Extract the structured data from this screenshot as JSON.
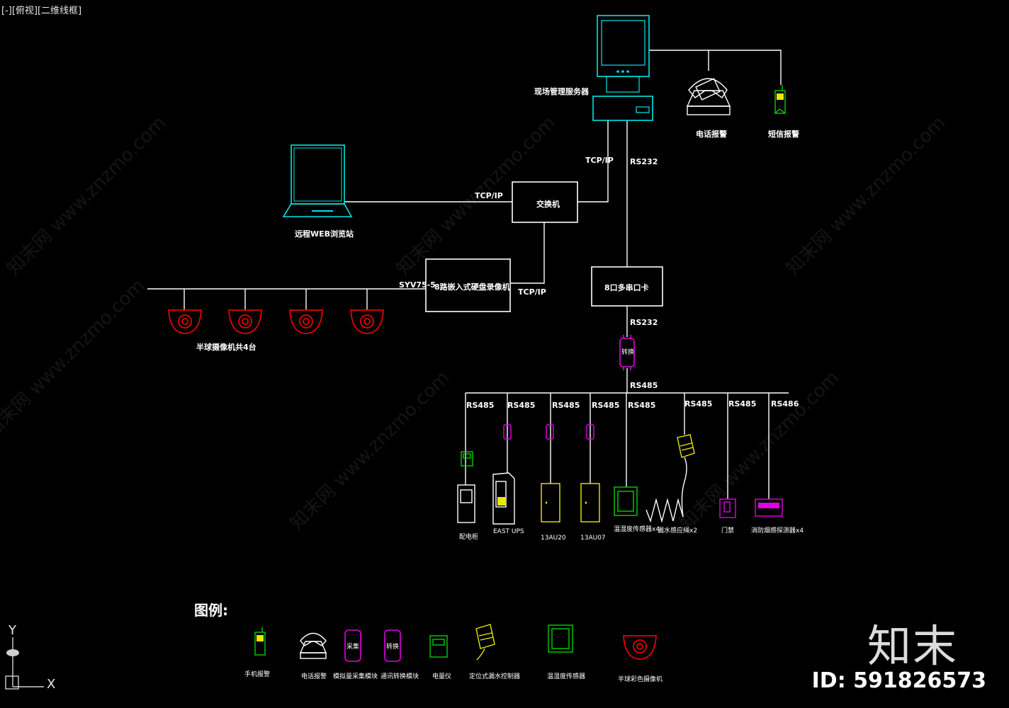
{
  "viewport_label": "[-][俯视][二维线框]",
  "nodes": {
    "server": "现场管理服务器",
    "phone_alarm": "电话报警",
    "sms_alarm": "短信报警",
    "web_station": "远程WEB浏览站",
    "switch": "交换机",
    "dvr": "8路嵌入式硬盘录像机",
    "serial_card": "8口多串口卡",
    "converter": "转换",
    "cameras": "半球摄像机共4台",
    "distribution_cabinet": "配电柜",
    "ups": "EAST\nUPS",
    "ac1": "13AU20",
    "ac2": "13AU07",
    "temp_humidity": "温湿度传感器x4",
    "water_leak": "漏水感应绳x2",
    "door": "门禁",
    "smoke": "消防烟感探测器x4"
  },
  "links": {
    "tcpip_server": "TCP/IP",
    "rs232_server": "RS232",
    "tcpip_web": "TCP/IP",
    "tcpip_dvr": "TCP/IP",
    "syv": "SYV75-5",
    "rs232_card": "RS232",
    "rs485_main": "RS485",
    "rs485": [
      "RS485",
      "RS485",
      "RS485",
      "RS485",
      "RS485",
      "RS485",
      "RS485",
      "RS486"
    ]
  },
  "legend": {
    "title": "图例:",
    "items": [
      "手机报警",
      "电话报警",
      "模拟量采集模块",
      "通讯转换模块",
      "电量仪",
      "定位式漏水控制器",
      "温湿度传感器",
      "半球彩色摄像机"
    ]
  },
  "axis": {
    "y": "Y",
    "x": "X"
  },
  "watermark": "知末网 www.znzmo.com",
  "brand": {
    "name": "知末",
    "id": "ID: 591826573"
  },
  "colors": {
    "cyan": "#00e5e5",
    "white": "#ffffff",
    "red": "#e60000",
    "magenta": "#e000e0",
    "green": "#00d000",
    "yellow": "#e8e800"
  }
}
